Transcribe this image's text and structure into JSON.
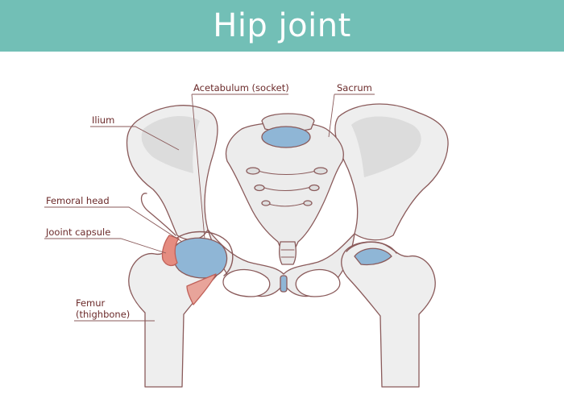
{
  "header": {
    "title": "Hip joint"
  },
  "labels": {
    "acetabulum": "Acetabulum (socket)",
    "sacrum": "Sacrum",
    "ilium": "Ilium",
    "femoral_head": "Femoral head",
    "joint_capsule": "Jooint capsule",
    "femur_line1": "Femur",
    "femur_line2": "(thighbone)"
  },
  "colors": {
    "header_bg": "#72bfb6",
    "bone_fill": "#eeeeee",
    "bone_shade": "#d6d6d6",
    "outline": "#8a5a5a",
    "cartilage": "#8fb6d6",
    "capsule": "#e58c80",
    "label_text": "#6b2a2a"
  }
}
